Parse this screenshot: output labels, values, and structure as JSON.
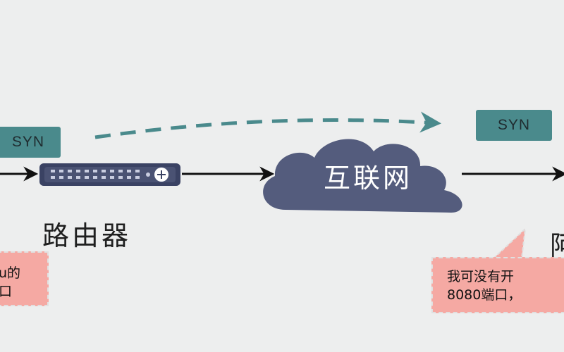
{
  "tags": {
    "syn_left": "SYN",
    "syn_right": "SYN"
  },
  "cloud": {
    "label": "互联网"
  },
  "router": {
    "label": "路由器"
  },
  "right_label": "阿",
  "notes": {
    "left_line1": "u的",
    "left_line2": "口",
    "right_line1": "我可没有开",
    "right_line2": "8080端口，"
  },
  "colors": {
    "teal": "#4a8a8c",
    "cloud": "#545c7d",
    "router": "#3a4263",
    "note": "#f5a9a3",
    "arrow": "#111111"
  }
}
